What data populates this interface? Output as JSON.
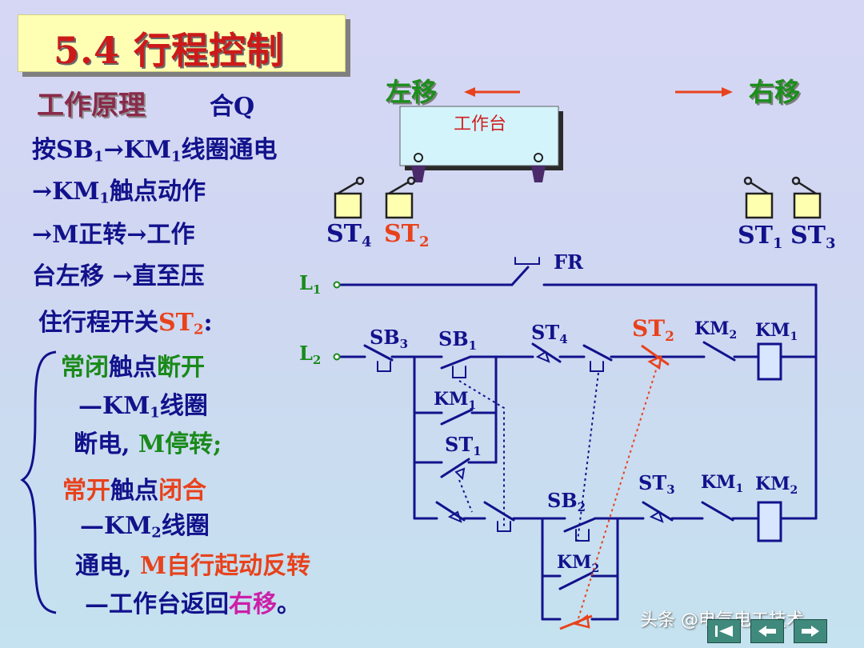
{
  "title": "5.4  行程控制",
  "heading": "工作原理",
  "close_q": "合Q",
  "steps": {
    "line1_a": "按SB",
    "line1_b": "1",
    "line1_c": "→KM",
    "line1_d": "1",
    "line1_e": "线圈通电",
    "line2_a": "→KM",
    "line2_b": "1",
    "line2_c": "触点动作",
    "line3": "→M正转→工作",
    "line4": "台左移 →直至压",
    "line5_a": "住行程开关",
    "line5_b": "ST",
    "line5_c": "2",
    "line5_d": ":"
  },
  "branch1": {
    "l1_a": "常闭",
    "l1_b": "触点",
    "l1_c": "断开",
    "l2_a": "—KM",
    "l2_b": "1",
    "l2_c": "线圈",
    "l3_a": "断电, ",
    "l3_b": "M",
    "l3_c": "停转;"
  },
  "branch2": {
    "l1_a": "常开",
    "l1_b": "触点",
    "l1_c": "闭合",
    "l2_a": "—KM",
    "l2_b": "2",
    "l2_c": "线圈",
    "l3_a": "通电, ",
    "l3_b": "M",
    "l3_c": "自行起动反转",
    "l4_a": "—工作台返回",
    "l4_b": "右移",
    "l4_c": "。"
  },
  "directions": {
    "left": "左移",
    "right": "右移"
  },
  "table_label": "工作台",
  "limit_switches": {
    "st4_a": "ST",
    "st4_b": "4",
    "st2_a": "ST",
    "st2_b": "2",
    "st1_a": "ST",
    "st1_b": "1",
    "st3_a": "ST",
    "st3_b": "3"
  },
  "circuit": {
    "fr": "FR",
    "l1_a": "L",
    "l1_b": "1",
    "l2_a": "L",
    "l2_b": "2",
    "sb3_a": "SB",
    "sb3_b": "3",
    "sb1_a": "SB",
    "sb1_b": "1",
    "st4_a": "ST",
    "st4_b": "4",
    "st2_a": "ST",
    "st2_b": "2",
    "km2a_a": "KM",
    "km2a_b": "2",
    "km1coil_a": "KM",
    "km1coil_b": "1",
    "km1hold_a": "KM",
    "km1hold_b": "1",
    "st1_a": "ST",
    "st1_b": "1",
    "sb2_a": "SB",
    "sb2_b": "2",
    "st3_a": "ST",
    "st3_b": "3",
    "km1b_a": "KM",
    "km1b_b": "1",
    "km2coil_a": "KM",
    "km2coil_b": "2",
    "km2hold_a": "KM",
    "km2hold_b": "2"
  },
  "watermark": "头条 @电气电工技术",
  "colors": {
    "title_bg": "#ffffb4",
    "title_text": "#cc1a1a",
    "navy": "#12128c",
    "green": "#1a8a1a",
    "red": "#e8421c",
    "magenta": "#cc1fa8",
    "table_fill": "#d4f4fb"
  },
  "nav": [
    {
      "icon": "first-slide-icon"
    },
    {
      "icon": "previous-slide-icon"
    },
    {
      "icon": "next-slide-icon"
    }
  ]
}
